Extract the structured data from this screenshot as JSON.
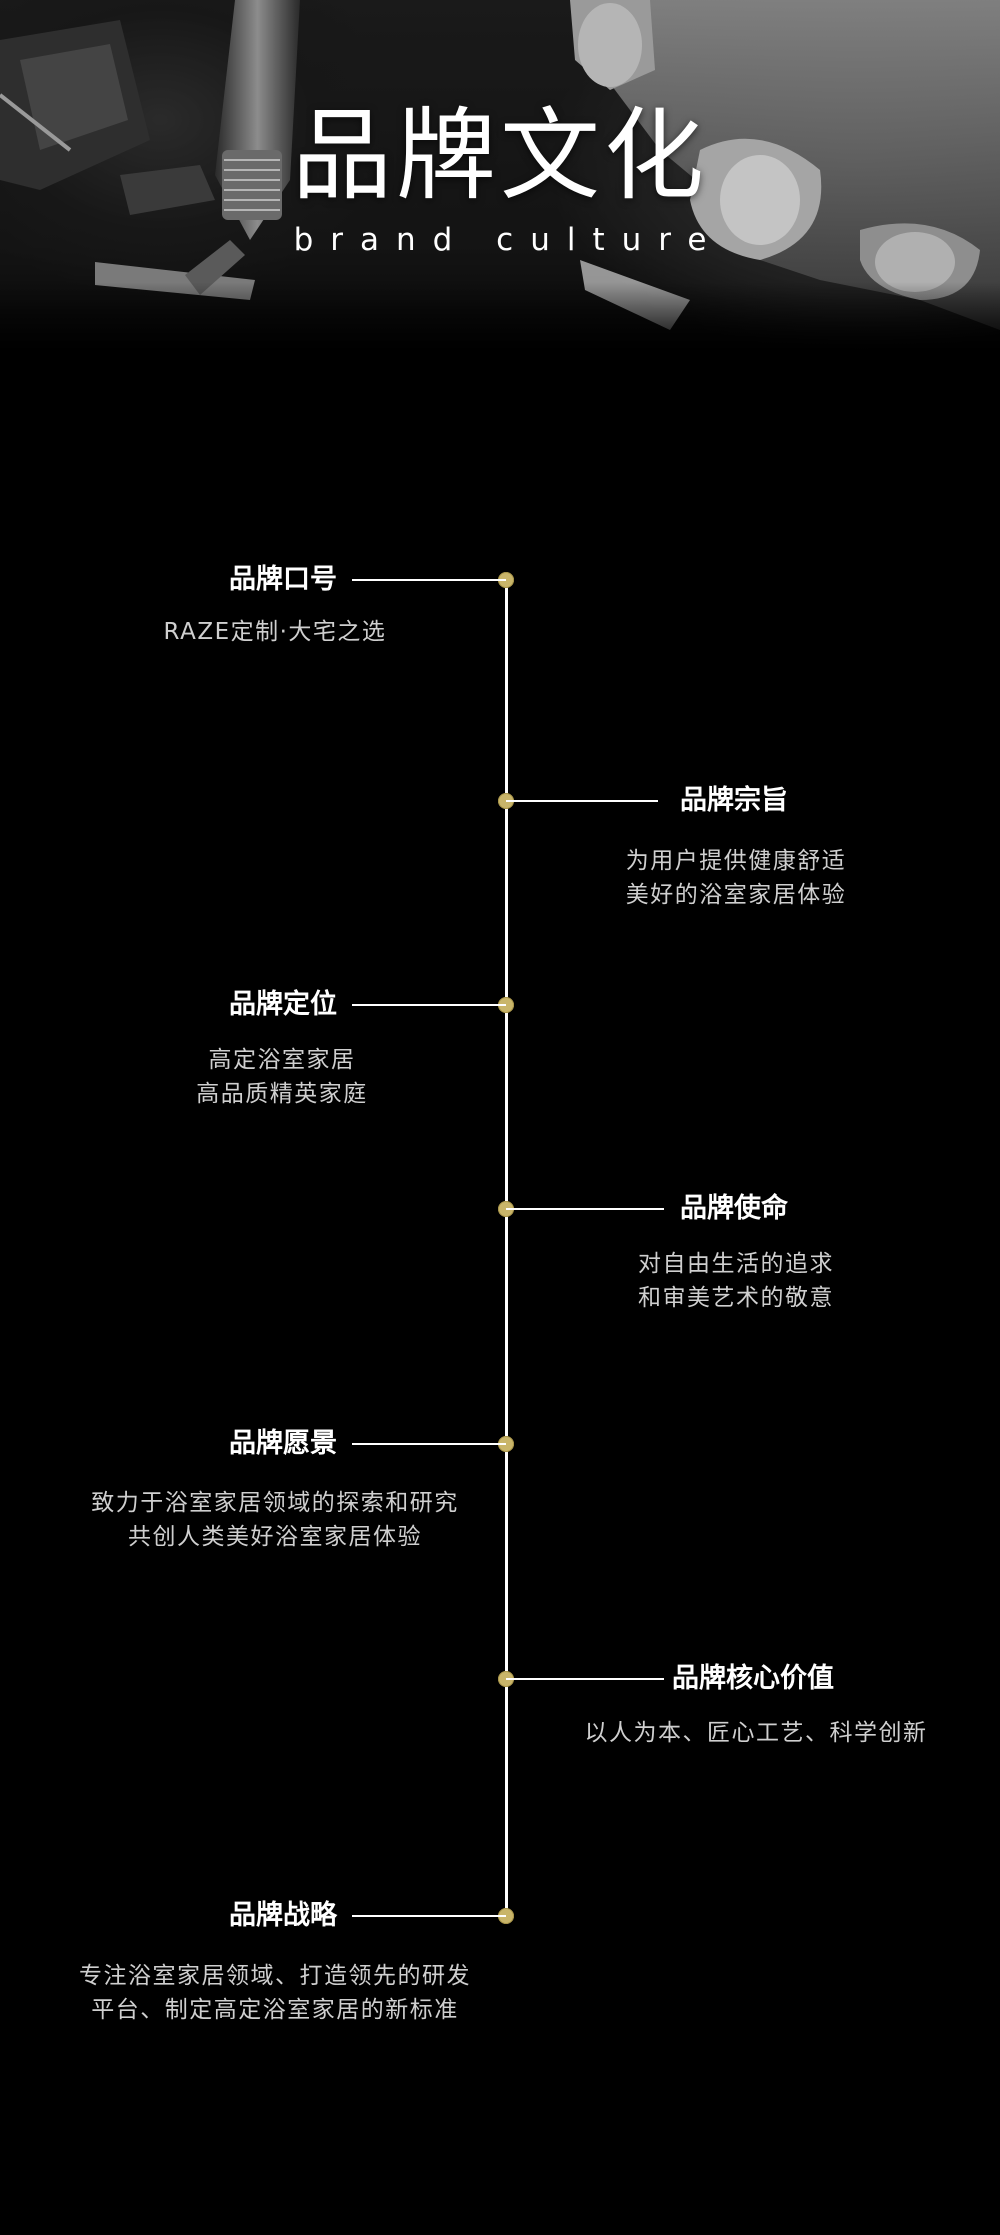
{
  "hero": {
    "title": "品牌文化",
    "subtitle": "brand culture"
  },
  "colors": {
    "background": "#000000",
    "dot": "#c9b56a",
    "line": "#ffffff",
    "title_text": "#ffffff",
    "desc_text": "#cfcfcf"
  },
  "timeline": [
    {
      "title": "品牌口号",
      "side": "left",
      "lines": [
        "RAZE定制·大宅之选"
      ]
    },
    {
      "title": "品牌宗旨",
      "side": "right",
      "lines": [
        "为用户提供健康舒适",
        "美好的浴室家居体验"
      ]
    },
    {
      "title": "品牌定位",
      "side": "left",
      "lines": [
        "高定浴室家居",
        "高品质精英家庭"
      ]
    },
    {
      "title": "品牌使命",
      "side": "right",
      "lines": [
        "对自由生活的追求",
        "和审美艺术的敬意"
      ]
    },
    {
      "title": "品牌愿景",
      "side": "left",
      "lines": [
        "致力于浴室家居领域的探索和研究",
        "共创人类美好浴室家居体验"
      ]
    },
    {
      "title": "品牌核心价值",
      "side": "right",
      "lines": [
        "以人为本、匠心工艺、科学创新"
      ]
    },
    {
      "title": "品牌战略",
      "side": "left",
      "lines": [
        "专注浴室家居领域、打造领先的研发",
        "平台、制定高定浴室家居的新标准"
      ]
    }
  ]
}
